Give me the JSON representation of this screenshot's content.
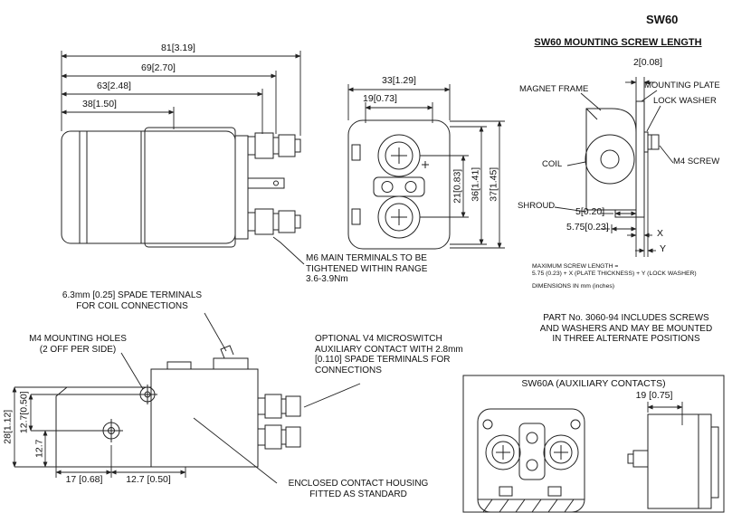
{
  "page": {
    "title": "SW60",
    "heading": "SW60 MOUNTING SCREW LENGTH"
  },
  "colors": {
    "ink": "#1a1a1a",
    "background": "#ffffff"
  },
  "side_view": {
    "dim_81": "81[3.19]",
    "dim_69": "69[2.70]",
    "dim_63": "63[2.48]",
    "dim_38": "38[1.50]"
  },
  "top_view": {
    "dim_33": "33[1.29]",
    "dim_19": "19[0.73]",
    "dim_21": "21[0.83]",
    "dim_36": "36[1.41]",
    "dim_37": "37[1.45]"
  },
  "screw_detail": {
    "dim_2": "2[0.08]",
    "label_magnet_frame": "MAGNET FRAME",
    "label_mounting_plate": "MOUNTING PLATE",
    "label_lock_washer": "LOCK WASHER",
    "label_coil": "COIL",
    "label_m4_screw": "M4 SCREW",
    "label_shroud": "SHROUD",
    "dim_5": "5[0.20]",
    "dim_575": "5.75[0.23]",
    "dim_x": "X",
    "dim_y": "Y",
    "formula": [
      "MAXIMUM SCREW LENGTH =",
      "5.75 (0.23) + X (PLATE THICKNESS) + Y (LOCK WASHER)"
    ],
    "units_note": "DIMENSIONS IN mm (inches)"
  },
  "notes": {
    "m6": [
      "M6 MAIN TERMINALS TO BE",
      "TIGHTENED WITHIN RANGE",
      "3.6-3.9Nm"
    ],
    "spade": [
      "6.3mm [0.25] SPADE TERMINALS",
      "FOR COIL CONNECTIONS"
    ],
    "m4_holes": [
      "M4 MOUNTING HOLES",
      "(2 OFF PER SIDE)"
    ],
    "v4": [
      "OPTIONAL V4 MICROSWITCH",
      "AUXILIARY CONTACT WITH 2.8mm",
      "[0.110] SPADE TERMINALS FOR",
      "CONNECTIONS"
    ],
    "part_no": [
      "PART No. 3060-94 INCLUDES SCREWS",
      "AND WASHERS AND MAY BE MOUNTED",
      "IN THREE ALTERNATE POSITIONS"
    ],
    "enclosed": [
      "ENCLOSED CONTACT HOUSING",
      "FITTED AS STANDARD"
    ]
  },
  "bottom_view": {
    "dim_28": "28[1.12]",
    "dim_127a": "12.7[0.50]",
    "dim_127b": "12.7",
    "dim_17": "17 [0.68]",
    "dim_127c": "12.7 [0.50]"
  },
  "sw60a": {
    "title": "SW60A (AUXILIARY CONTACTS)",
    "dim_19": "19 [0.75]"
  }
}
